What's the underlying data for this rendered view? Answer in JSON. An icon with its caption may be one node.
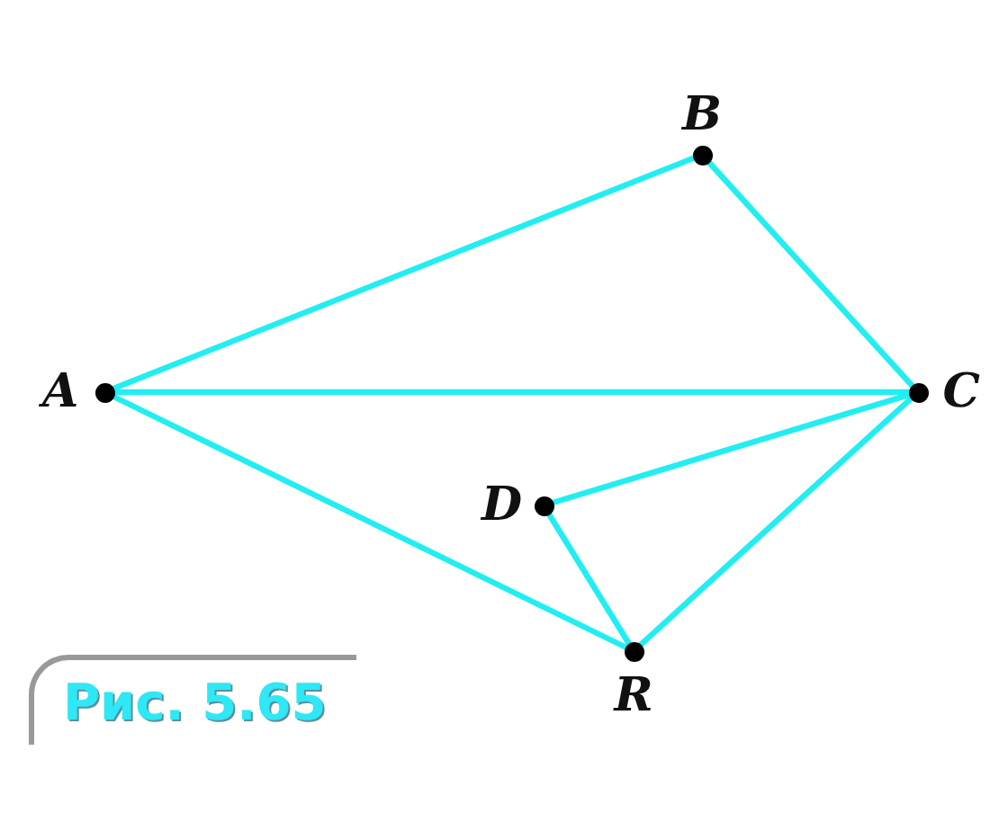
{
  "diagram": {
    "caption": "Рис. 5.65",
    "nodes": [
      {
        "text": [
          "A"
        ]
      },
      {
        "text": [
          "B"
        ]
      },
      {
        "text": [
          "C"
        ]
      },
      {
        "text": [
          "D"
        ]
      },
      {
        "text": [
          "R"
        ]
      }
    ],
    "edges": [
      {
        "from": 0,
        "to": 1,
        "arrow": "none"
      },
      {
        "from": 1,
        "to": 2,
        "arrow": "none"
      },
      {
        "from": 0,
        "to": 2,
        "arrow": "none"
      },
      {
        "from": 0,
        "to": 4,
        "arrow": "none"
      },
      {
        "from": 2,
        "to": 3,
        "arrow": "none"
      },
      {
        "from": 3,
        "to": 4,
        "arrow": "none"
      },
      {
        "from": 2,
        "to": 4,
        "arrow": "none"
      }
    ]
  }
}
